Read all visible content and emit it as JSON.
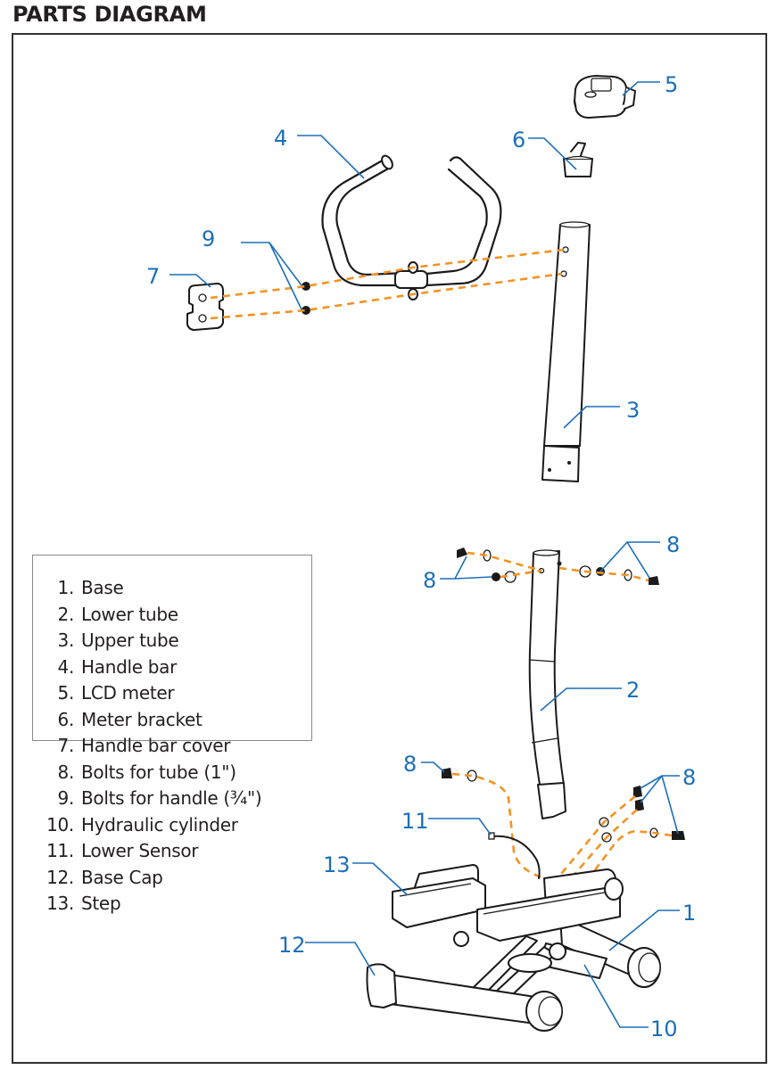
{
  "page": {
    "title": "PARTS DIAGRAM"
  },
  "colors": {
    "callout": "#1d6fb8",
    "dashed_guide": "#f39323",
    "ink": "#1a1a1a",
    "frame": "#333333"
  },
  "legend": {
    "items": [
      {
        "num": "1.",
        "label": "Base"
      },
      {
        "num": "2.",
        "label": "Lower tube"
      },
      {
        "num": "3.",
        "label": "Upper tube"
      },
      {
        "num": "4.",
        "label": "Handle bar"
      },
      {
        "num": "5.",
        "label": "LCD meter"
      },
      {
        "num": "6.",
        "label": "Meter bracket"
      },
      {
        "num": "7.",
        "label": "Handle bar cover"
      },
      {
        "num": "8.",
        "label": "Bolts for tube (1\")"
      },
      {
        "num": "9.",
        "label": "Bolts for handle (¾\")"
      },
      {
        "num": "10.",
        "label": "Hydraulic cylinder"
      },
      {
        "num": "11.",
        "label": "Lower Sensor"
      },
      {
        "num": "12.",
        "label": "Base Cap"
      },
      {
        "num": "13.",
        "label": "Step"
      }
    ]
  },
  "callouts": {
    "part1": "1",
    "part2": "2",
    "part3": "3",
    "part4": "4",
    "part5": "5",
    "part6": "6",
    "part7": "7",
    "part8_upper_left": "8",
    "part8_upper_right": "8",
    "part8_lower_left": "8",
    "part8_lower_right": "8",
    "part9": "9",
    "part10": "10",
    "part11": "11",
    "part12": "12",
    "part13": "13"
  }
}
